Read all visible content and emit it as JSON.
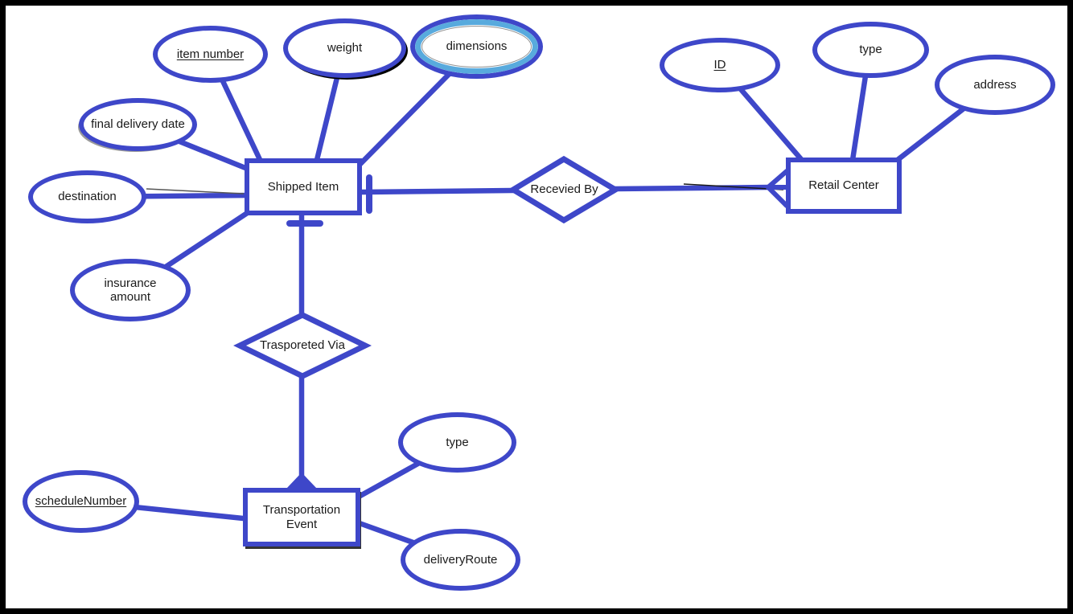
{
  "diagram": {
    "kind": "entity-relationship-diagram",
    "entities": [
      {
        "id": "shipped-item",
        "label": "Shipped Item"
      },
      {
        "id": "retail-center",
        "label": "Retail Center"
      },
      {
        "id": "transportation-event",
        "label": "Transportation Event"
      }
    ],
    "relationships": [
      {
        "id": "recevied-by",
        "label": "Recevied By",
        "from": "Shipped Item",
        "to": "Retail Center",
        "from_cardinality": "one (bar)",
        "to_cardinality": "many (crow's foot)"
      },
      {
        "id": "trasporeted-via",
        "label": "Trasporeted Via",
        "from": "Shipped Item",
        "to": "Transportation Event",
        "from_cardinality": "one (bar)",
        "to_cardinality": "many (crow's foot)"
      }
    ],
    "attributes": [
      {
        "id": "item-number",
        "label": "item number",
        "entity": "Shipped Item",
        "key": true
      },
      {
        "id": "weight",
        "label": "weight",
        "entity": "Shipped Item",
        "key": false
      },
      {
        "id": "dimensions",
        "label": "dimensions",
        "entity": "Shipped Item",
        "key": false,
        "multivalued": true
      },
      {
        "id": "final-delivery-date",
        "label": "final delivery date",
        "entity": "Shipped Item",
        "key": false
      },
      {
        "id": "destination",
        "label": "destination",
        "entity": "Shipped Item",
        "key": false
      },
      {
        "id": "insurance-amount",
        "label": "insurance amount",
        "entity": "Shipped Item",
        "key": false
      },
      {
        "id": "id",
        "label": "ID",
        "entity": "Retail Center",
        "key": true
      },
      {
        "id": "type-retail",
        "label": "type",
        "entity": "Retail Center",
        "key": false
      },
      {
        "id": "address",
        "label": "address",
        "entity": "Retail Center",
        "key": false
      },
      {
        "id": "schedule-number",
        "label": "scheduleNumber",
        "entity": "Transportation Event",
        "key": true
      },
      {
        "id": "type-transport",
        "label": "type",
        "entity": "Transportation Event",
        "key": false
      },
      {
        "id": "delivery-route",
        "label": "deliveryRoute",
        "entity": "Transportation Event",
        "key": false
      }
    ],
    "colors": {
      "line": "#3e47c9",
      "multivalued_ring": "#58aadd",
      "text": "#1a1a1a",
      "background": "#ffffff",
      "frame": "#000000"
    }
  }
}
